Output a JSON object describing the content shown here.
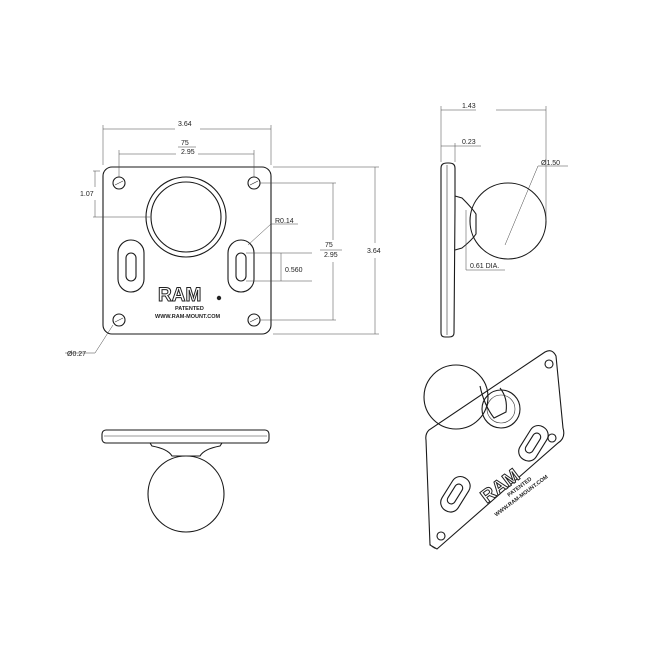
{
  "dimensions": {
    "front_width": "3.64",
    "front_hole_span_top": "75",
    "front_hole_span_bottom": "2.95",
    "front_hole_offset": "1.07",
    "slot_radius": "R0.14",
    "slot_height": "0.560",
    "front_hole_span_right_top": "75",
    "front_hole_span_right_bottom": "2.95",
    "front_height": "3.64",
    "hole_diameter": "Ø0.27",
    "side_total": "1.43",
    "side_plate": "0.23",
    "ball_diameter": "Ø1.50",
    "neck_diameter": "0.61 DIA."
  },
  "branding": {
    "logo": "RAM",
    "patented": "PATENTED",
    "url": "WWW.RAM-MOUNT.COM",
    "iso_patented": "PATENTED",
    "iso_url": "WWW.RAM-MOUNT.COM"
  }
}
